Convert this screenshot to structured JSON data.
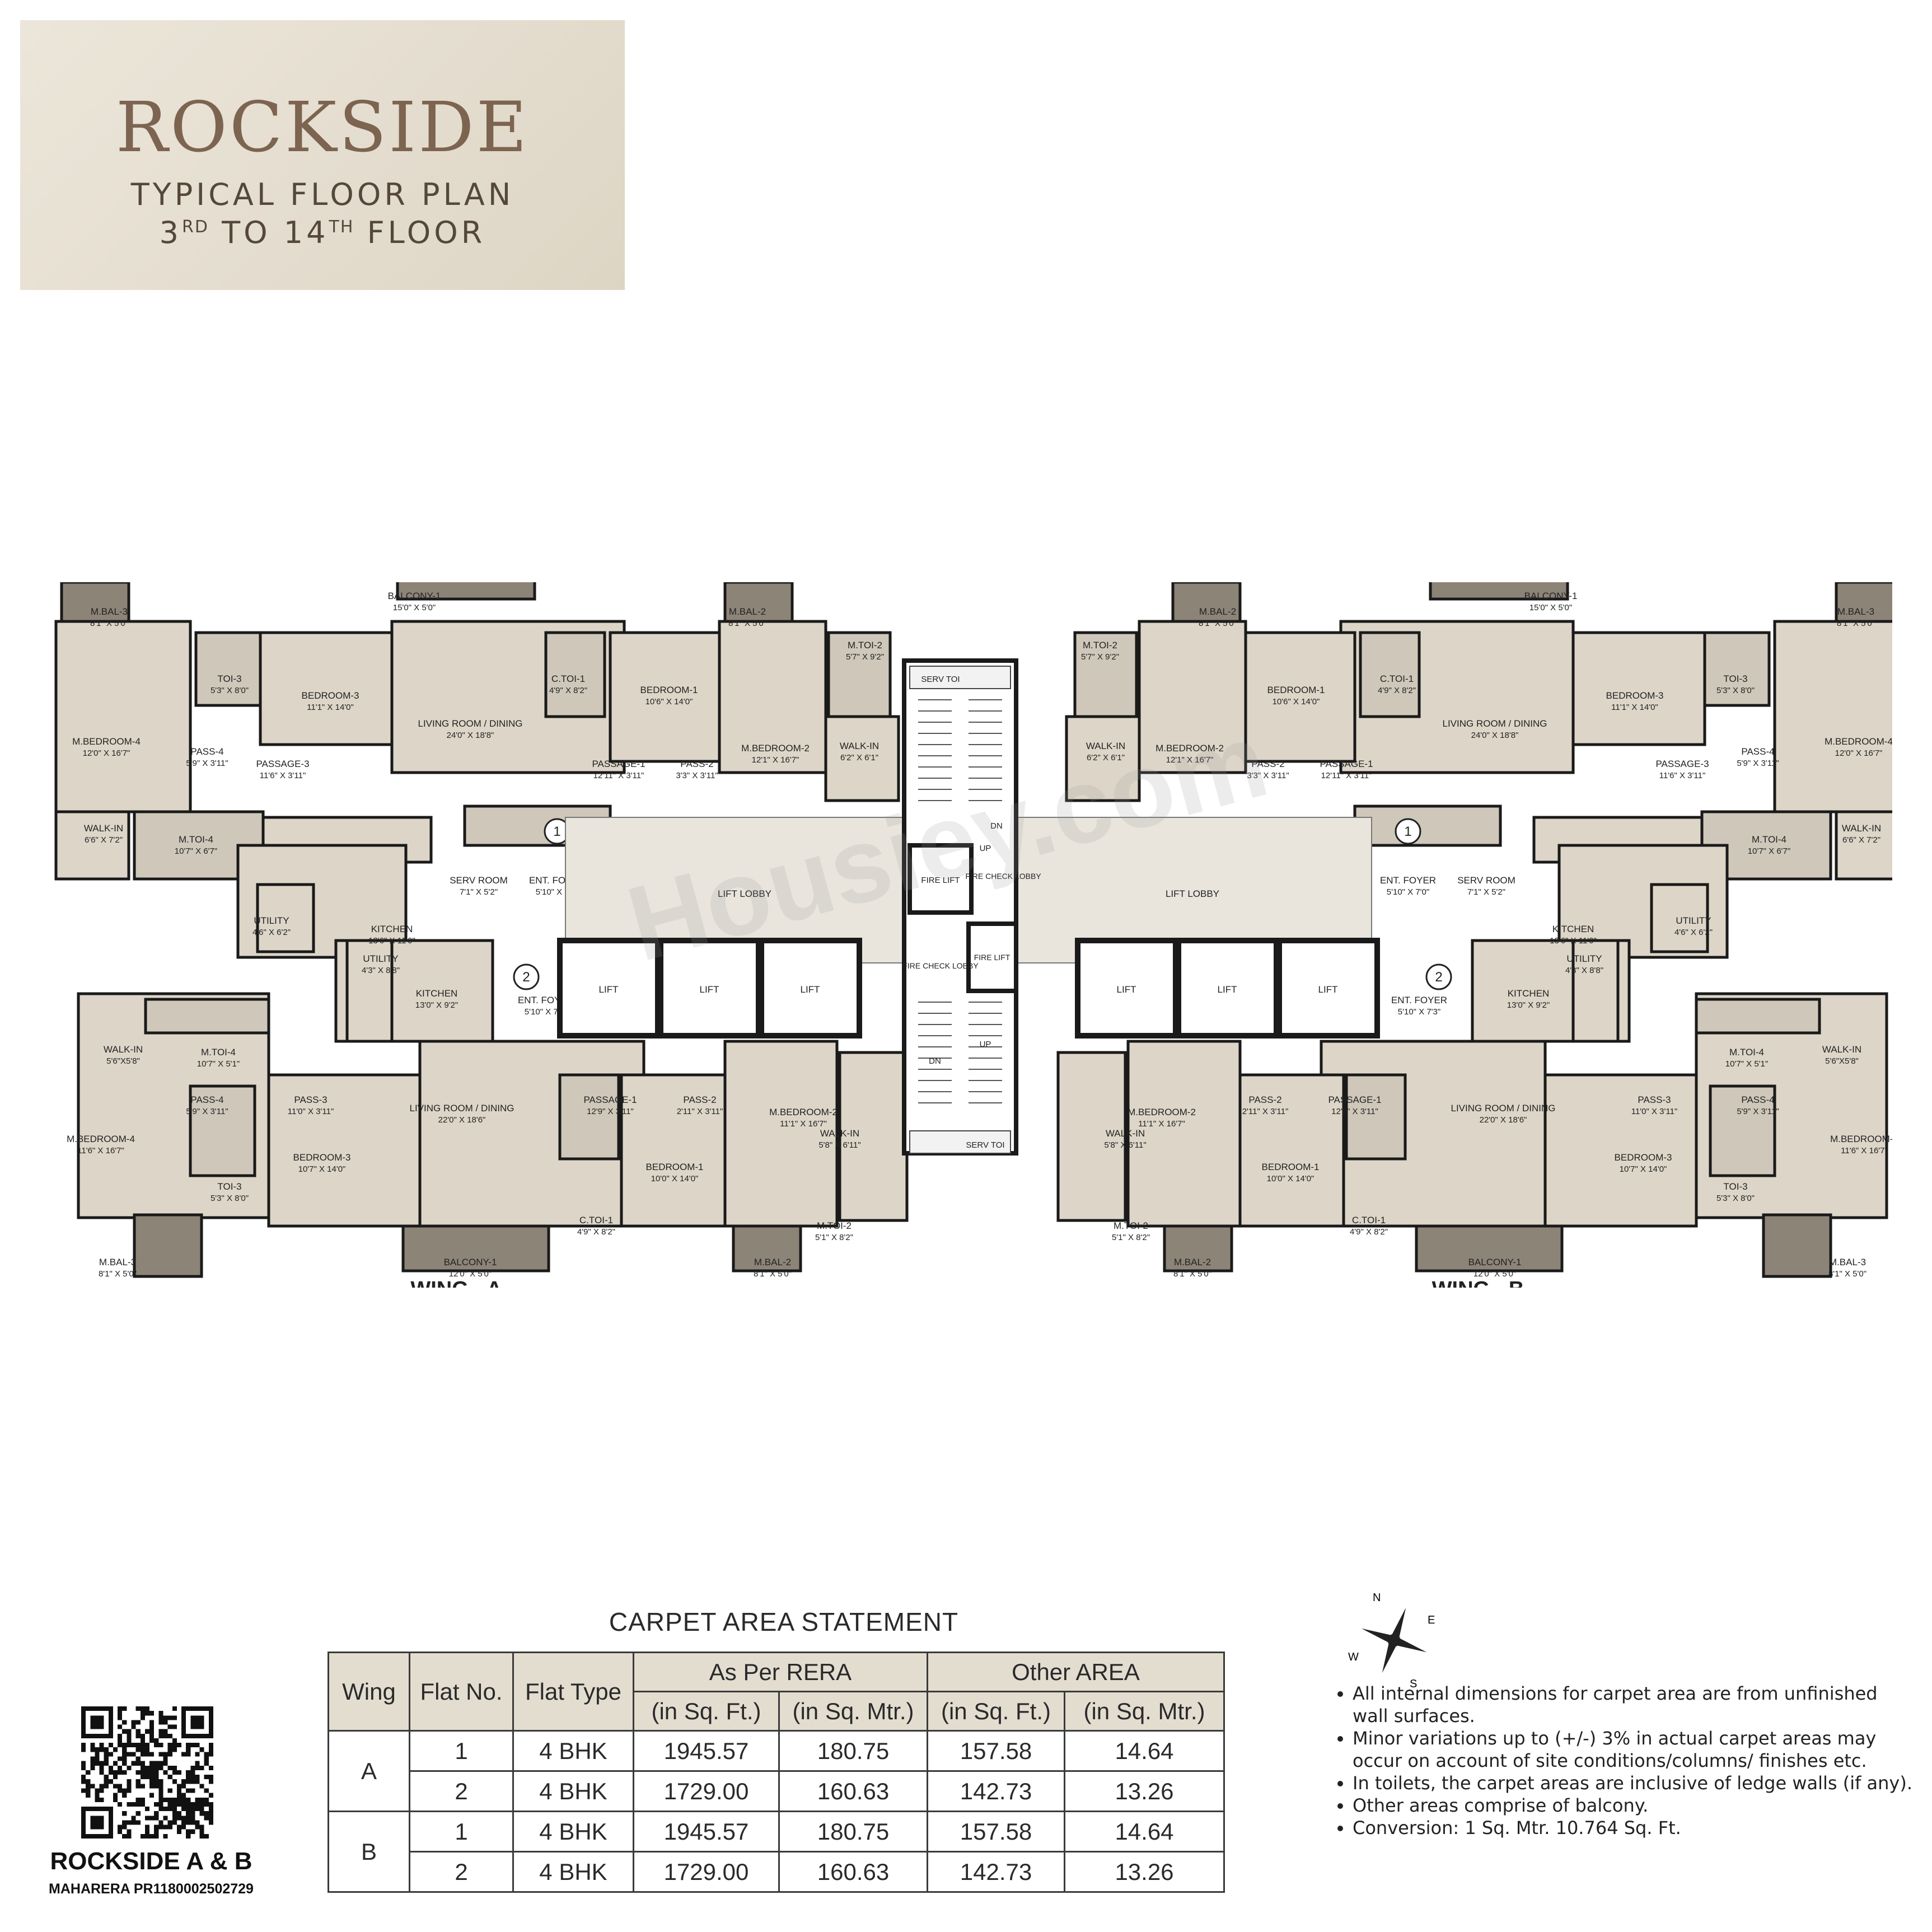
{
  "header": {
    "brand": "ROCKSIDE",
    "line1": "TYPICAL FLOOR PLAN",
    "line2_a": "3",
    "line2_sup1": "RD",
    "line2_b": " TO 14",
    "line2_sup2": "TH",
    "line2_c": " FLOOR"
  },
  "watermark": "Housiey.com",
  "plan": {
    "wing_a_label": "WING - A",
    "wing_b_label": "WING - B",
    "core": {
      "lift_lobby": "LIFT LOBBY",
      "lift": "LIFT",
      "fire_lift": "FIRE LIFT",
      "fire_check_lobby": "FIRE CHECK LOBBY",
      "serv_toi": "SERV TOI",
      "up": "UP",
      "dn": "DN"
    },
    "flat_a1": {
      "flat_no": "1",
      "rooms": [
        {
          "name": "M.BAL-3",
          "dim": "8'1\" X 5'0\""
        },
        {
          "name": "BALCONY-1",
          "dim": "15'0\" X 5'0\""
        },
        {
          "name": "M.BAL-2",
          "dim": "8'1\" X 5'0\""
        },
        {
          "name": "TOI-3",
          "dim": "5'3\" X 8'0\""
        },
        {
          "name": "BEDROOM-3",
          "dim": "11'1\" X 14'0\""
        },
        {
          "name": "C.TOI-1",
          "dim": "4'9\" X 8'2\""
        },
        {
          "name": "BEDROOM-1",
          "dim": "10'6\" X 14'0\""
        },
        {
          "name": "M.TOI-2",
          "dim": "5'7\" X 9'2\""
        },
        {
          "name": "M.BEDROOM-4",
          "dim": "12'0\" X 16'7\""
        },
        {
          "name": "M.BEDROOM-2",
          "dim": "12'1\" X 16'7\""
        },
        {
          "name": "LIVING ROOM / DINING",
          "dim": "24'0\" X 18'8\""
        },
        {
          "name": "WALK-IN",
          "dim": "6'2\" X 6'1\""
        },
        {
          "name": "PASS-4",
          "dim": "5'9\" X 3'11\""
        },
        {
          "name": "PASSAGE-3",
          "dim": "11'6\" X 3'11\""
        },
        {
          "name": "PASSAGE-1",
          "dim": "12'11\" X 3'11\""
        },
        {
          "name": "PASS-2",
          "dim": "3'3\" X 3'11\""
        },
        {
          "name": "WALK-IN",
          "dim": "6'6\" X 7'2\""
        },
        {
          "name": "M.TOI-4",
          "dim": "10'7\" X 6'7\""
        },
        {
          "name": "ENT. FOYER",
          "dim": "5'10\" X 7'0\""
        },
        {
          "name": "SERV ROOM",
          "dim": "7'1\" X 5'2\""
        },
        {
          "name": "UTILITY",
          "dim": "4'6\" X 6'2\""
        },
        {
          "name": "KITCHEN",
          "dim": "13'6\" X 11'0\""
        }
      ]
    },
    "flat_a2": {
      "flat_no": "2",
      "rooms": [
        {
          "name": "UTILITY",
          "dim": "4'3\" X 8'8\""
        },
        {
          "name": "KITCHEN",
          "dim": "13'0\" X 9'2\""
        },
        {
          "name": "ENT. FOYER",
          "dim": "5'10\" X 7'3\""
        },
        {
          "name": "WALK-IN",
          "dim": "5'6\"X5'8\""
        },
        {
          "name": "M.TOI-4",
          "dim": "10'7\" X 5'1\""
        },
        {
          "name": "PASS-4",
          "dim": "5'9\" X 3'11\""
        },
        {
          "name": "PASS-3",
          "dim": "11'0\" X 3'11\""
        },
        {
          "name": "LIVING ROOM / DINING",
          "dim": "22'0\" X 18'6\""
        },
        {
          "name": "PASSAGE-1",
          "dim": "12'9\" X 3'11\""
        },
        {
          "name": "PASS-2",
          "dim": "2'11\" X 3'11\""
        },
        {
          "name": "M.BEDROOM-2",
          "dim": "11'1\" X 16'7\""
        },
        {
          "name": "WALK-IN",
          "dim": "5'8\" X 6'11\""
        },
        {
          "name": "M.BEDROOM-4",
          "dim": "11'6\" X 16'7\""
        },
        {
          "name": "BEDROOM-3",
          "dim": "10'7\" X 14'0\""
        },
        {
          "name": "BEDROOM-1",
          "dim": "10'0\" X 14'0\""
        },
        {
          "name": "TOI-3",
          "dim": "5'3\" X 8'0\""
        },
        {
          "name": "C.TOI-1",
          "dim": "4'9\" X 8'2\""
        },
        {
          "name": "M.TOI-2",
          "dim": "5'1\" X 8'2\""
        },
        {
          "name": "M.BAL-3",
          "dim": "8'1\" X 5'0\""
        },
        {
          "name": "BALCONY-1",
          "dim": "12'0\" X 5'0\""
        },
        {
          "name": "M.BAL-2",
          "dim": "8'1\" X 5'0\""
        }
      ]
    }
  },
  "table": {
    "title": "CARPET AREA STATEMENT",
    "headers": {
      "wing": "Wing",
      "flat_no": "Flat No.",
      "flat_type": "Flat Type",
      "rera": "As Per RERA",
      "other": "Other AREA",
      "sqft": "(in Sq. Ft.)",
      "sqmtr": "(in Sq. Mtr.)"
    },
    "rows": [
      {
        "wing": "A",
        "flat": "1",
        "type": "4 BHK",
        "rera_ft": "1945.57",
        "rera_m": "180.75",
        "oth_ft": "157.58",
        "oth_m": "14.64"
      },
      {
        "wing": "",
        "flat": "2",
        "type": "4 BHK",
        "rera_ft": "1729.00",
        "rera_m": "160.63",
        "oth_ft": "142.73",
        "oth_m": "13.26"
      },
      {
        "wing": "B",
        "flat": "1",
        "type": "4 BHK",
        "rera_ft": "1945.57",
        "rera_m": "180.75",
        "oth_ft": "157.58",
        "oth_m": "14.64"
      },
      {
        "wing": "",
        "flat": "2",
        "type": "4 BHK",
        "rera_ft": "1729.00",
        "rera_m": "160.63",
        "oth_ft": "142.73",
        "oth_m": "13.26"
      }
    ]
  },
  "notes": [
    "All internal dimensions for carpet area are from unfinished wall surfaces.",
    "Minor variations up to (+/-) 3% in actual carpet areas may occur on account of site conditions/columns/ finishes etc.",
    "In toilets, the carpet areas are inclusive of ledge walls (if any).",
    "Other areas comprise of balcony.",
    "Conversion: 1 Sq. Mtr. 10.764 Sq. Ft."
  ],
  "compass": {
    "n": "N",
    "e": "E",
    "s": "S",
    "w": "W"
  },
  "footer": {
    "project": "ROCKSIDE A & B",
    "rera": "MAHARERA PR1180002502729"
  },
  "colors": {
    "header_bg": "#e6dfd2",
    "brand": "#7d6450",
    "room_fill": "#ddd6c8",
    "lobby_fill": "#e9e5dd",
    "wall": "#1a1a1a",
    "table_header": "#e3ddd0"
  }
}
